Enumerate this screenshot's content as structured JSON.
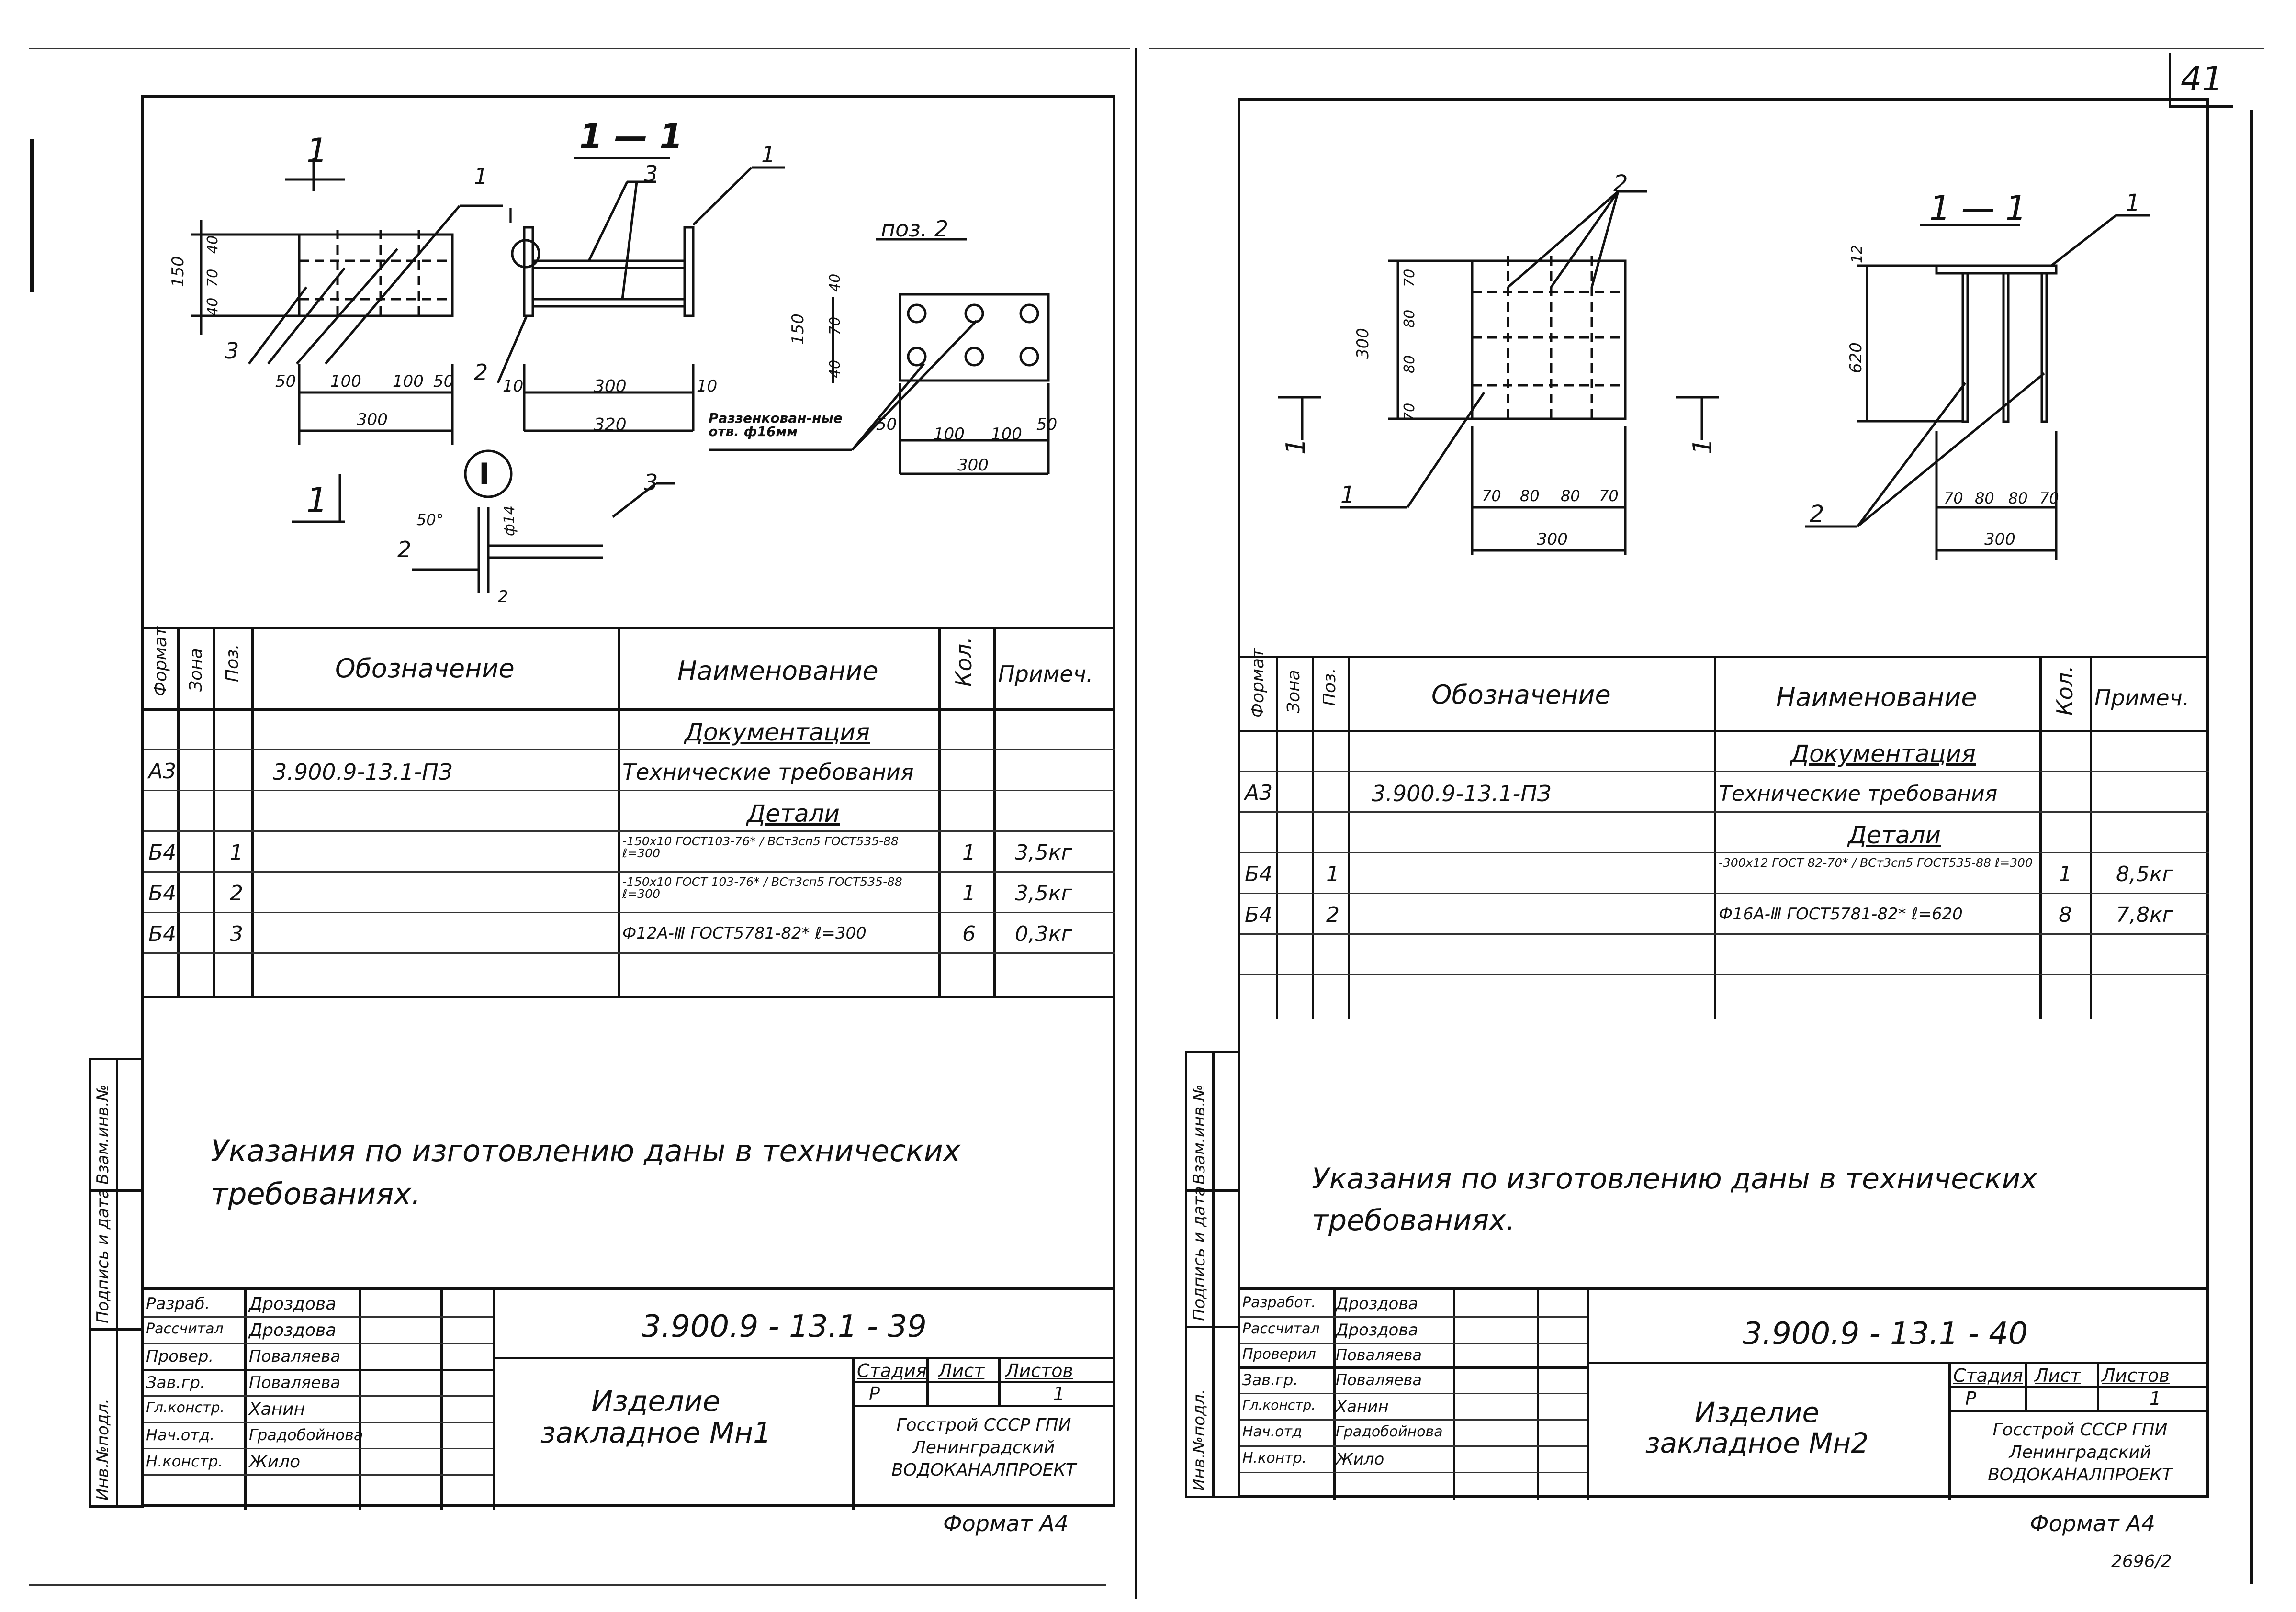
{
  "page_number": "41",
  "archive_number": "2696/2",
  "sheet_left": {
    "drawing": {
      "section_mark": "1",
      "section_title": "1 — 1",
      "detail_mark": "I",
      "pos2_title": "поз. 2",
      "callouts": [
        "1",
        "2",
        "3",
        "3",
        "1",
        "2",
        "3"
      ],
      "dims_plan": [
        "40",
        "70",
        "40",
        "150",
        "50",
        "100",
        "100",
        "50",
        "300"
      ],
      "dims_section": [
        "10",
        "300",
        "10",
        "320"
      ],
      "dims_pos2": [
        "40",
        "70",
        "40",
        "150",
        "50",
        "100",
        "100",
        "50",
        "300"
      ],
      "detail_dims": [
        "50°",
        "ф14",
        "2"
      ],
      "countersink_note": "Раззенкован-ные отв. ф16мм"
    },
    "spec_headers": {
      "format": "Формат",
      "zone": "Зона",
      "pos": "Поз.",
      "designation": "Обозначение",
      "name": "Наименование",
      "qty": "Кол.",
      "note": "Примеч."
    },
    "spec_rows": [
      {
        "format": "",
        "pos": "",
        "designation": "",
        "name": "Документация",
        "qty": "",
        "note": ""
      },
      {
        "format": "А3",
        "pos": "",
        "designation": "3.900.9-13.1-ПЗ",
        "name": "Технические требования",
        "qty": "",
        "note": ""
      },
      {
        "format": "",
        "pos": "",
        "designation": "",
        "name": "Детали",
        "qty": "",
        "note": ""
      },
      {
        "format": "Б4",
        "pos": "1",
        "designation": "",
        "name": "-150х10 ГОСТ103-76* / ВСт3сп5 ГОСТ535-88 ℓ=300",
        "qty": "1",
        "note": "3,5кг"
      },
      {
        "format": "Б4",
        "pos": "2",
        "designation": "",
        "name": "-150х10 ГОСТ 103-76* / ВСт3сп5 ГОСТ535-88 ℓ=300",
        "qty": "1",
        "note": "3,5кг"
      },
      {
        "format": "Б4",
        "pos": "3",
        "designation": "",
        "name": "Ф12А-Ⅲ ГОСТ5781-82* ℓ=300",
        "qty": "6",
        "note": "0,3кг"
      }
    ],
    "instructions": "Указания по изготовлению даны в технических требованиях.",
    "title_block": {
      "doc_code": "3.900.9 - 13.1 - 39",
      "item_name": "Изделие закладное Мн1",
      "stage_label": "Стадия",
      "sheet_label": "Лист",
      "sheets_label": "Листов",
      "stage": "Р",
      "sheets": "1",
      "org": "Госстрой СССР ГПИ Ленинградский ВОДОКАНАЛПРОЕКТ",
      "roles": [
        "Разраб.",
        "Рассчитал",
        "Провер.",
        "Зав.гр.",
        "Гл.констр.",
        "Нач.отд.",
        "Н.констр."
      ],
      "names": [
        "Дроздова",
        "Дроздова",
        "Поваляева",
        "Поваляева",
        "Ханин",
        "Градобойнова",
        "Жило"
      ],
      "format": "Формат А4"
    },
    "side_stamp": [
      "Инв.№подл.",
      "Подпись и дата",
      "Взам.инв.№"
    ]
  },
  "sheet_right": {
    "drawing": {
      "section_title": "1 — 1",
      "section_mark": "1",
      "callouts": [
        "2",
        "1",
        "1",
        "2"
      ],
      "dims_plan_v": [
        "70",
        "80",
        "80",
        "70",
        "300"
      ],
      "dims_plan_h": [
        "70",
        "80",
        "80",
        "70",
        "300"
      ],
      "dims_section": [
        "12",
        "620",
        "70",
        "80",
        "80",
        "70",
        "300"
      ]
    },
    "spec_headers": {
      "format": "Формат",
      "zone": "Зона",
      "pos": "Поз.",
      "designation": "Обозначение",
      "name": "Наименование",
      "qty": "Кол.",
      "note": "Примеч."
    },
    "spec_rows": [
      {
        "format": "",
        "pos": "",
        "designation": "",
        "name": "Документация",
        "qty": "",
        "note": ""
      },
      {
        "format": "А3",
        "pos": "",
        "designation": "3.900.9-13.1-ПЗ",
        "name": "Технические требования",
        "qty": "",
        "note": ""
      },
      {
        "format": "",
        "pos": "",
        "designation": "",
        "name": "Детали",
        "qty": "",
        "note": ""
      },
      {
        "format": "Б4",
        "pos": "1",
        "designation": "",
        "name": "-300х12 ГОСТ 82-70* / ВСт3сп5 ГОСТ535-88 ℓ=300",
        "qty": "1",
        "note": "8,5кг"
      },
      {
        "format": "Б4",
        "pos": "2",
        "designation": "",
        "name": "Ф16А-Ⅲ ГОСТ5781-82* ℓ=620",
        "qty": "8",
        "note": "7,8кг"
      }
    ],
    "instructions": "Указания по изготовлению даны в технических требованиях.",
    "title_block": {
      "doc_code": "3.900.9 - 13.1 - 40",
      "item_name": "Изделие закладное Мн2",
      "stage_label": "Стадия",
      "sheet_label": "Лист",
      "sheets_label": "Листов",
      "stage": "Р",
      "sheets": "1",
      "org": "Госстрой СССР ГПИ Ленинградский ВОДОКАНАЛПРОЕКТ",
      "roles": [
        "Разработ.",
        "Рассчитал",
        "Проверил",
        "Зав.гр.",
        "Гл.констр.",
        "Нач.отд",
        "Н.контр."
      ],
      "names": [
        "Дроздова",
        "Дроздова",
        "Поваляева",
        "Поваляева",
        "Ханин",
        "Градобойнова",
        "Жило"
      ],
      "format": "Формат А4"
    },
    "side_stamp": [
      "Инв.№подл.",
      "Подпись и дата",
      "Взам.инв.№"
    ]
  }
}
